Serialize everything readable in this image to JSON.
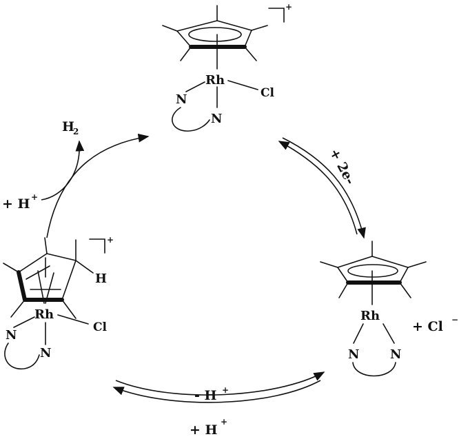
{
  "diagram": {
    "labels": {
      "rh": "Rh",
      "cl": "Cl",
      "n": "N",
      "h": "H",
      "h2_base": "H",
      "h2_sub": "2",
      "h_plus_base": "+ H",
      "plus_sign": "+",
      "two_e": "+ 2e-",
      "cl_minus_base": "+ Cl",
      "minus_sign": "−",
      "minus_h_plus": "- H",
      "plus_h_plus_bottom": "+ H"
    },
    "colors": {
      "ink": "#111111",
      "background": "#ffffff"
    }
  }
}
